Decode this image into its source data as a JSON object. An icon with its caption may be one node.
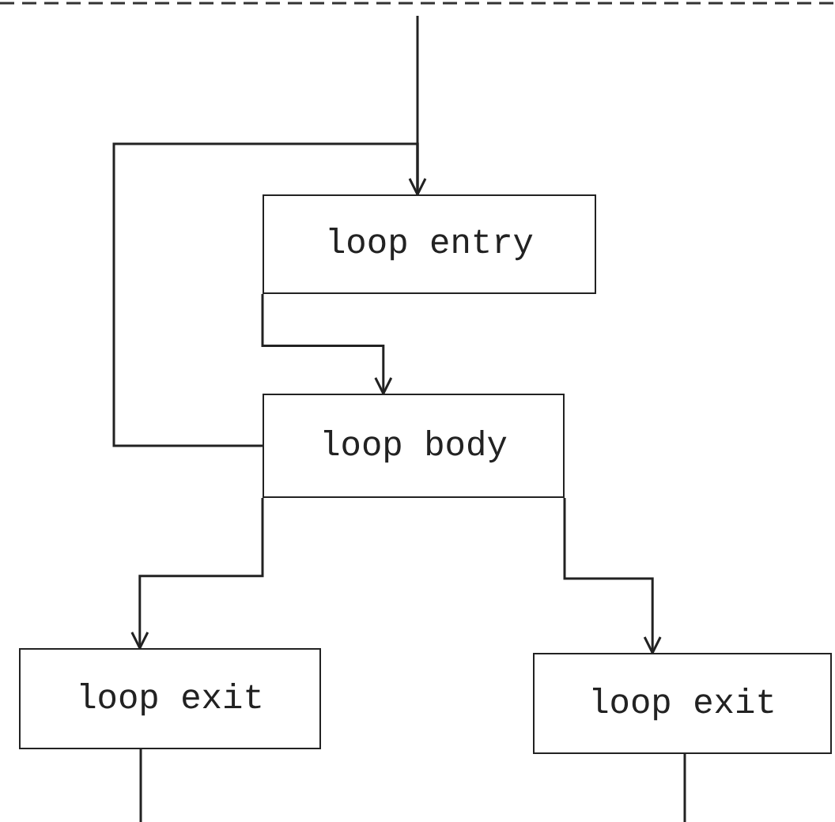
{
  "diagram": {
    "nodes": [
      {
        "text": [
          "loop entry"
        ]
      },
      {
        "text": [
          "loop body"
        ]
      },
      {
        "text": [
          "loop exit"
        ]
      },
      {
        "text": [
          "loop exit"
        ]
      }
    ],
    "edges": [
      {
        "from": null,
        "to": 0,
        "arrow": "none"
      },
      {
        "from": 1,
        "to": 0,
        "arrow": "to"
      },
      {
        "from": 0,
        "to": 1,
        "arrow": "to"
      },
      {
        "from": 1,
        "to": 2,
        "arrow": "to"
      },
      {
        "from": 1,
        "to": 3,
        "arrow": "to"
      },
      {
        "from": 2,
        "to": null,
        "arrow": "none"
      },
      {
        "from": 3,
        "to": null,
        "arrow": "none"
      }
    ]
  }
}
